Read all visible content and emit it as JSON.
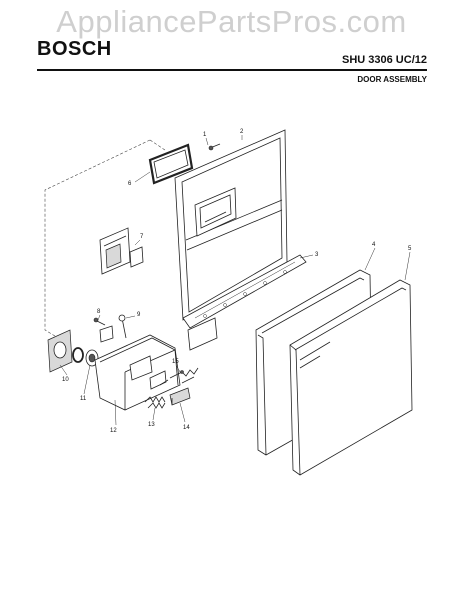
{
  "watermark": "AppliancePartsPros.com",
  "brand": "BOSCH",
  "model": "SHU 3306 UC/12",
  "section_title": "DOOR ASSEMBLY",
  "callouts": [
    "1",
    "2",
    "3",
    "4",
    "5",
    "6",
    "7",
    "8",
    "9",
    "10",
    "11",
    "12",
    "13",
    "14",
    "15"
  ]
}
